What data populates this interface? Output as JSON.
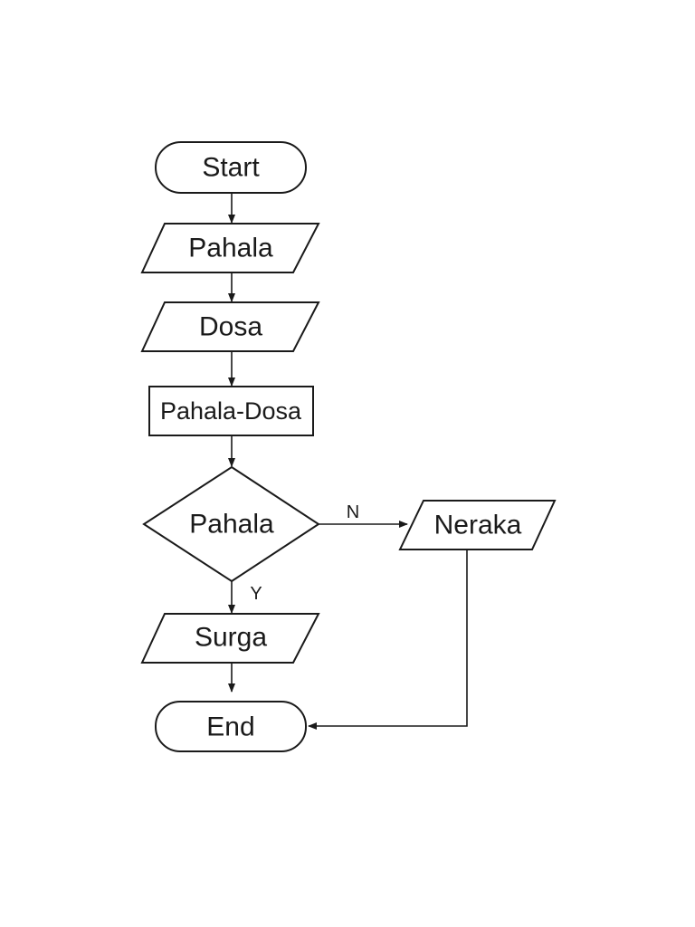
{
  "flowchart": {
    "nodes": {
      "start": "Start",
      "input_pahala": "Pahala",
      "input_dosa": "Dosa",
      "process": "Pahala-Dosa",
      "decision": "Pahala",
      "output_neraka": "Neraka",
      "output_surga": "Surga",
      "end": "End"
    },
    "branches": {
      "no": "N",
      "yes": "Y"
    }
  }
}
